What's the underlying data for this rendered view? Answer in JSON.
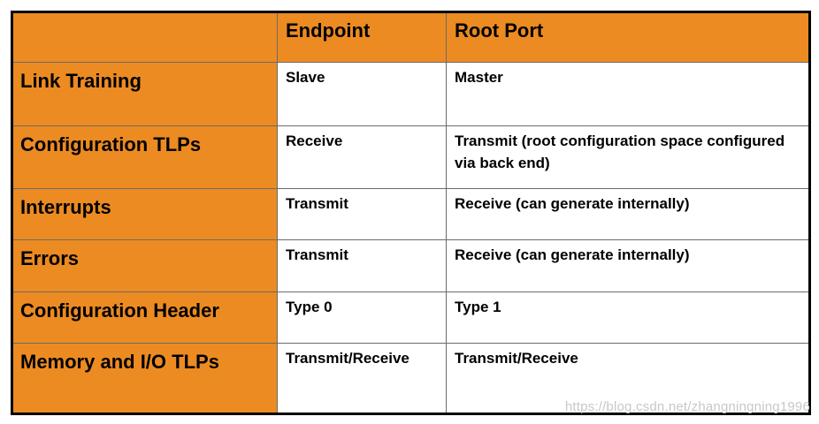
{
  "table": {
    "headers": [
      "",
      "Endpoint",
      "Root Port"
    ],
    "rows": [
      {
        "label": "Link Training",
        "endpoint": "Slave",
        "root_port": "Master"
      },
      {
        "label": "Configuration TLPs",
        "endpoint": "Receive",
        "root_port": "Transmit (root configuration space configured via back end)"
      },
      {
        "label": "Interrupts",
        "endpoint": "Transmit",
        "root_port": "Receive (can generate internally)"
      },
      {
        "label": "Errors",
        "endpoint": "Transmit",
        "root_port": "Receive (can generate internally)"
      },
      {
        "label": "Configuration Header",
        "endpoint": "Type 0",
        "root_port": "Type 1"
      },
      {
        "label": "Memory and I/O TLPs",
        "endpoint": "Transmit/Receive",
        "root_port": "Transmit/Receive"
      }
    ]
  },
  "watermark": "https://blog.csdn.net/zhangningning1996",
  "colors": {
    "header_bg": "#ec8b22",
    "border": "#000000"
  }
}
